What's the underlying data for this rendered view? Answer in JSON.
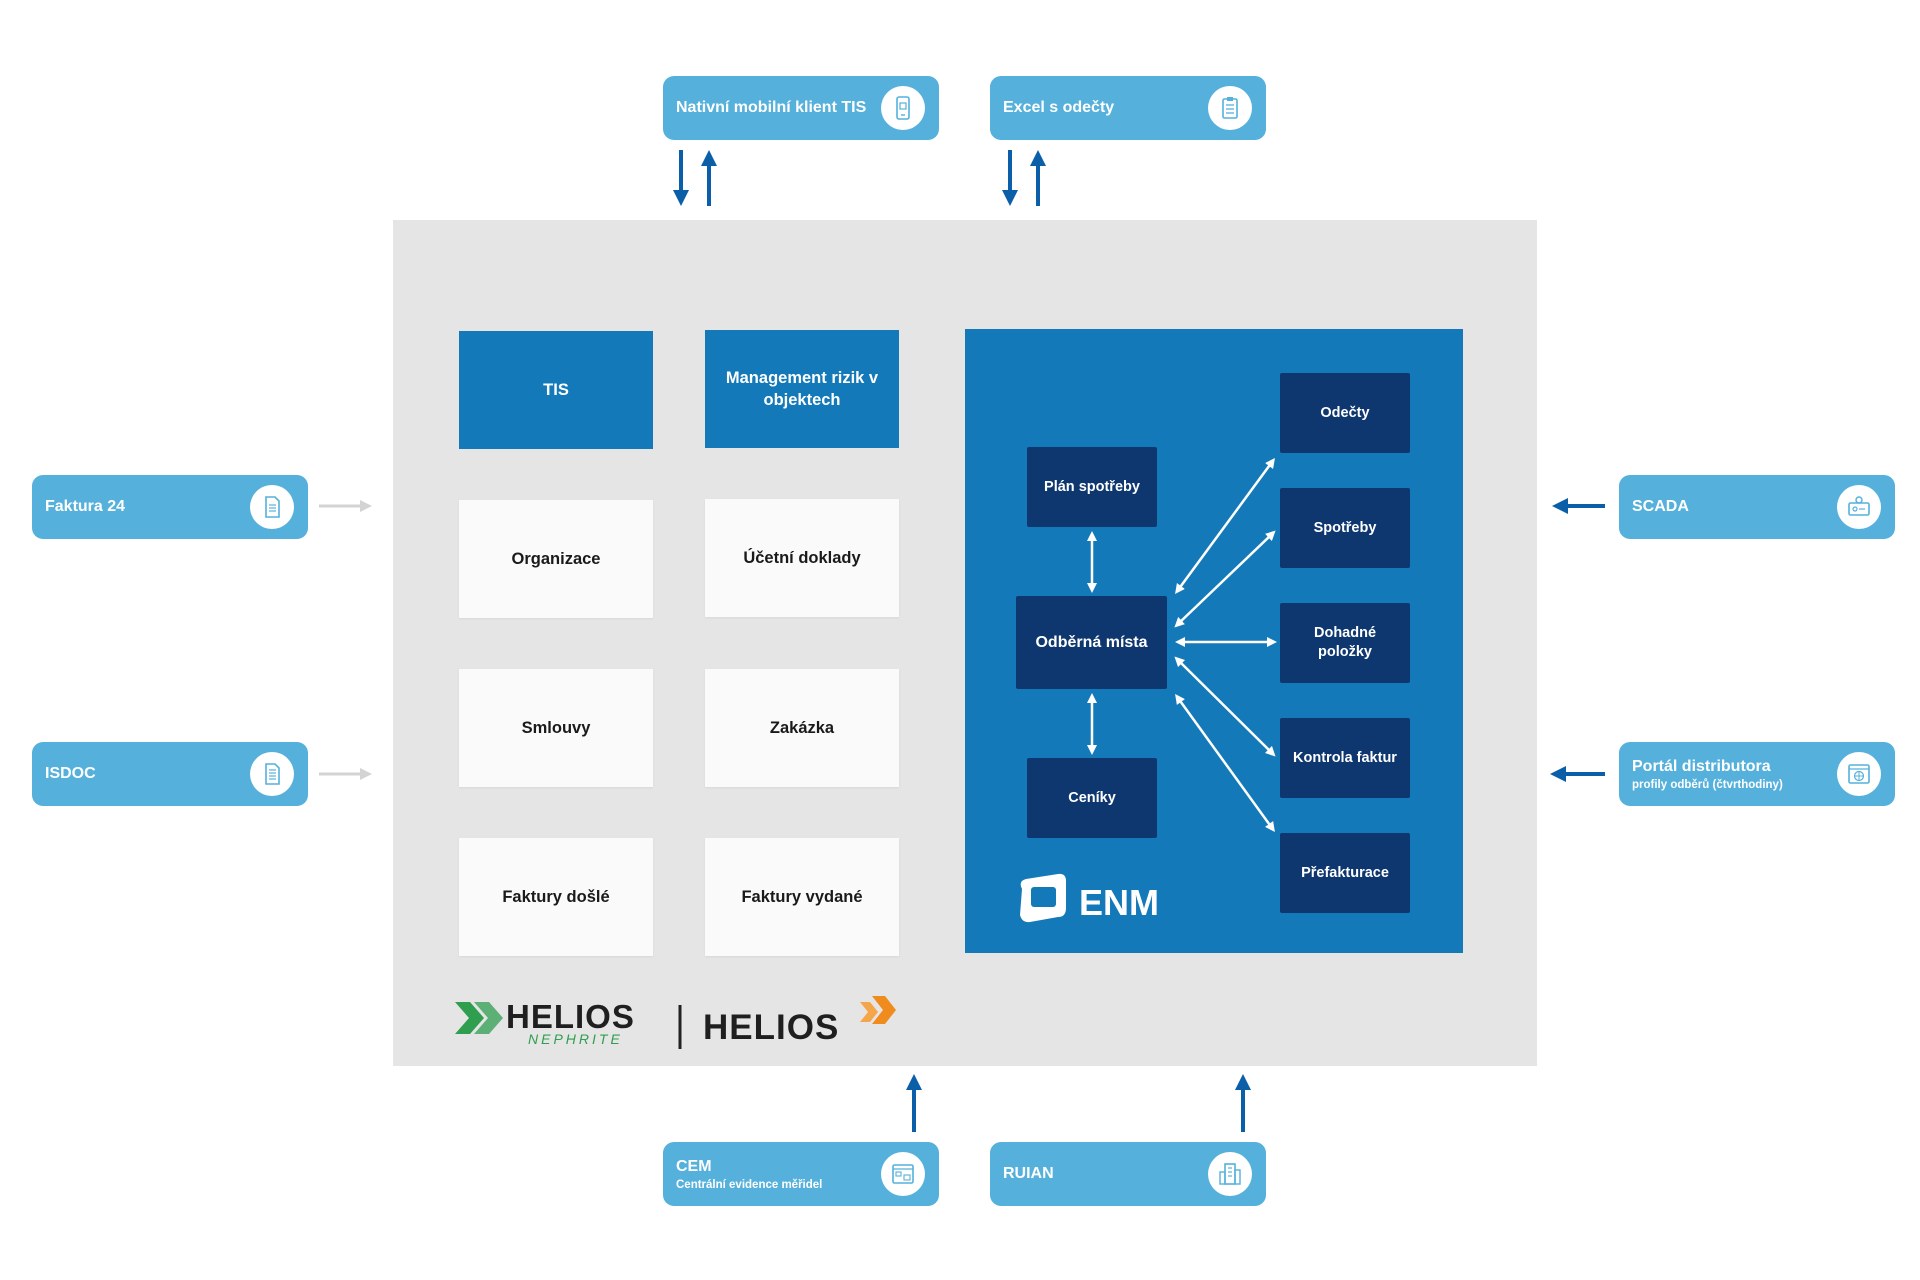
{
  "external": {
    "mobile": {
      "title": "Nativní mobilní klient TIS",
      "icon": "mobile-qr-icon"
    },
    "excel": {
      "title": "Excel s odečty",
      "icon": "clipboard-list-icon"
    },
    "faktura24": {
      "title": "Faktura 24",
      "icon": "document-icon"
    },
    "isdoc": {
      "title": "ISDOC",
      "icon": "document-lines-icon"
    },
    "scada": {
      "title": "SCADA",
      "icon": "control-monitor-icon"
    },
    "portal": {
      "title": "Portál distributora",
      "subtitle": "profily odběrů (čtvrthodiny)",
      "icon": "web-browser-icon"
    },
    "cem": {
      "title": "CEM",
      "subtitle": "Centrální evidence měřidel",
      "icon": "web-window-icon"
    },
    "ruian": {
      "title": "RUIAN",
      "icon": "building-icon"
    }
  },
  "modules": {
    "tis": "TIS",
    "risk": "Management rizik v objektech",
    "organizace": "Organizace",
    "ucetni": "Účetní doklady",
    "smlouvy": "Smlouvy",
    "zakazka": "Zakázka",
    "faktury_dosle": "Faktury došlé",
    "faktury_vydane": "Faktury vydané"
  },
  "enm": {
    "label": "ENM",
    "plan": "Plán spotřeby",
    "odberna": "Odběrná místa",
    "ceniky": "Ceníky",
    "odecty": "Odečty",
    "spotreby": "Spotřeby",
    "dohadne": "Dohadné položky",
    "kontrola": "Kontrola faktur",
    "prefakturace": "Přefakturace"
  },
  "logos": {
    "helios_nephrite": "HELIOS",
    "nephrite": "NEPHRITE",
    "helios": "HELIOS"
  },
  "colors": {
    "external_box": "#55b1dc",
    "module_blue": "#1479b8",
    "enm_dark": "#0e3770",
    "arrow_blue": "#0b5ea8",
    "arrow_gray": "#d3d3d3",
    "panel": "#e5e5e5",
    "helios_green": "#2f9e4f",
    "helios_orange": "#f08b1d"
  }
}
